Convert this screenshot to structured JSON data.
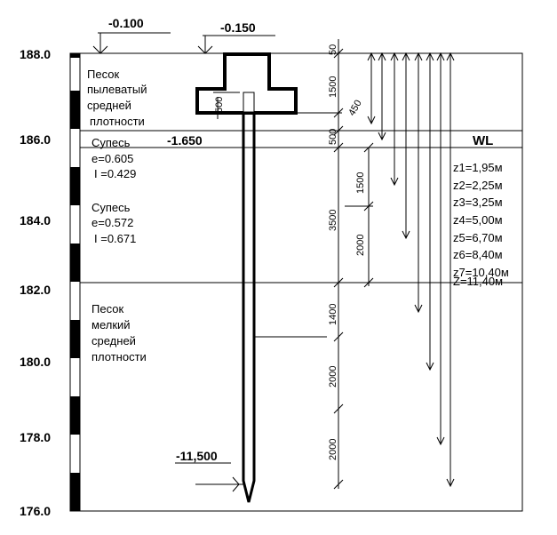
{
  "scale": {
    "levels": [
      "188.0",
      "186.0",
      "184.0",
      "182.0",
      "180.0",
      "178.0",
      "176.0"
    ]
  },
  "elevations": {
    "ground": "-0.100",
    "foundation_top": "-0.150",
    "foundation_base": "-1.650",
    "pile_tip": "-11,500"
  },
  "layers": [
    {
      "lines": [
        "Песок",
        "пылеватый",
        "средней",
        "плотности"
      ]
    },
    {
      "lines": [
        "Супесь",
        "e=0.605",
        "I =0.429"
      ]
    },
    {
      "lines": [
        "Супесь",
        "e=0.572",
        "I =0.671"
      ]
    },
    {
      "lines": [
        "Песок",
        "мелкий",
        "средней",
        "плотности"
      ]
    }
  ],
  "dimensions": {
    "top_offset": "50",
    "grillage_height": "1500",
    "embed": "500",
    "slab_offset": "450",
    "wl_depth": "500",
    "sub1": "1500",
    "layer2": "3500",
    "sub2": "2000",
    "sub3": "1400",
    "sub4": "2000",
    "sub5": "2000"
  },
  "water_level": "WL",
  "z_values": [
    "z1=1,95м",
    "z2=2,25м",
    "z3=3,25м",
    "z4=5,00м",
    "z5=6,70м",
    "z6=8,40м",
    "z7=10,40м",
    "Z=11,40м"
  ]
}
